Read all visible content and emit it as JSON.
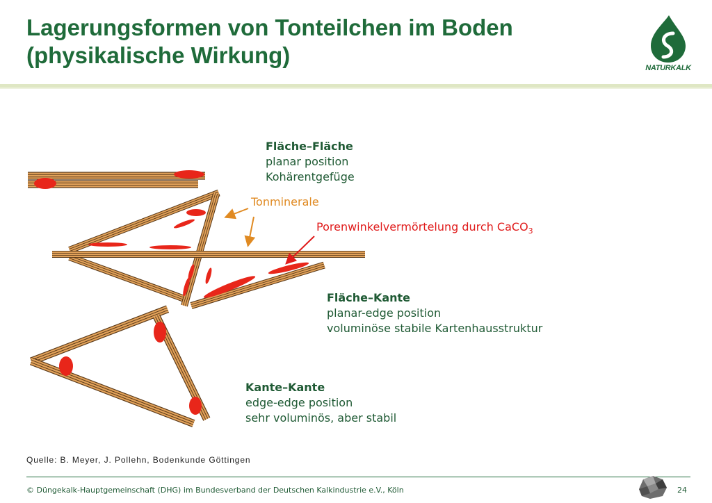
{
  "slide": {
    "title_line1": "Lagerungsformen von Tonteilchen im Boden",
    "title_line2": "(physikalische Wirkung)",
    "logo_text": "NATURKALK",
    "page_number": "24"
  },
  "labels": {
    "flaeche_flaeche": {
      "head": "Fläche–Fläche",
      "line1": "planar position",
      "line2": "Kohärentgefüge"
    },
    "tonminerale": "Tonminerale",
    "porenwinkel": "Porenwinkelvermörtelung durch CaCO",
    "porenwinkel_sub": "3",
    "flaeche_kante": {
      "head": "Fläche–Kante",
      "line1": "planar-edge position",
      "line2": "voluminöse stabile Kartenhausstruktur"
    },
    "kante_kante": {
      "head": "Kante–Kante",
      "line1": "edge-edge position",
      "line2": "sehr voluminös, aber stabil"
    }
  },
  "source": "Quelle: B. Meyer, J. Pollehn, Bodenkunde Göttingen",
  "footer": "© Düngekalk-Hauptgemeinschaft (DHG) im Bundesverband der Deutschen Kalkindustrie e.V., Köln",
  "colors": {
    "title_green": "#1f6b3a",
    "mineral": "#e2a25a",
    "mineral_stroke": "#5a3a1a",
    "carbonate_red": "#e8261a",
    "arrow_orange": "#e08a22"
  }
}
